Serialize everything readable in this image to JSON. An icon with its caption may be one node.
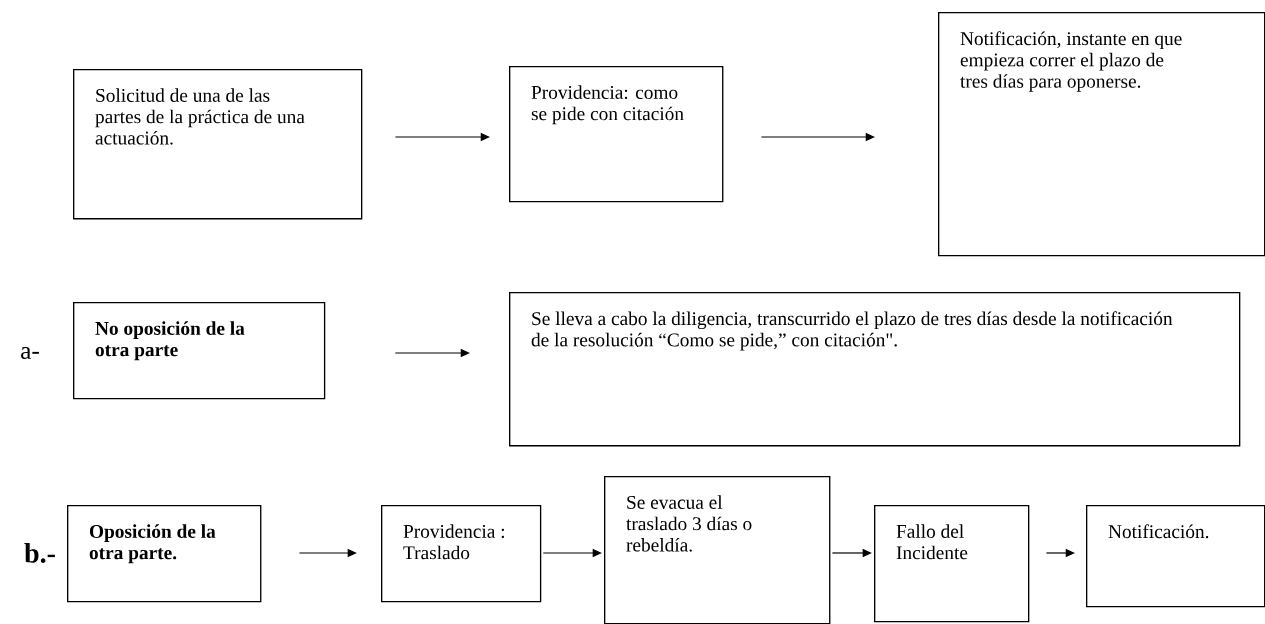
{
  "diagram": {
    "nodes": [
      {
        "text": [
          "Solicitud de una de las partes de la práctica de una actuación."
        ]
      },
      {
        "text": [
          "Providencia: como se pide con citación"
        ]
      },
      {
        "text": [
          "Notificación, instante en que empieza correr el plazo de tres días para oponerse."
        ]
      },
      {
        "text": [
          "No oposición de la otra parte"
        ]
      },
      {
        "text": [
          "Se lleva a cabo la diligencia, transcurrido el plazo de tres días desde la notificación de la resolución “Como se pide,” con citación\"."
        ]
      },
      {
        "text": [
          "Oposición de la otra parte."
        ]
      },
      {
        "text": [
          "Providencia : Traslado"
        ]
      },
      {
        "text": [
          "Se evacua el traslado 3 días o rebeldía."
        ]
      },
      {
        "text": [
          "Fallo del Incidente"
        ]
      },
      {
        "text": [
          "Notificación."
        ]
      }
    ],
    "edges": [
      {
        "from": 0,
        "to": 1,
        "arrow": "to"
      },
      {
        "from": 1,
        "to": 2,
        "arrow": "to"
      },
      {
        "from": 3,
        "to": 4,
        "arrow": "to"
      },
      {
        "from": 5,
        "to": 6,
        "arrow": "to"
      },
      {
        "from": 6,
        "to": 7,
        "arrow": "to"
      },
      {
        "from": 7,
        "to": 8,
        "arrow": "to"
      },
      {
        "from": 8,
        "to": 9,
        "arrow": "to"
      }
    ],
    "labels": [
      "a-",
      "b.-"
    ]
  }
}
